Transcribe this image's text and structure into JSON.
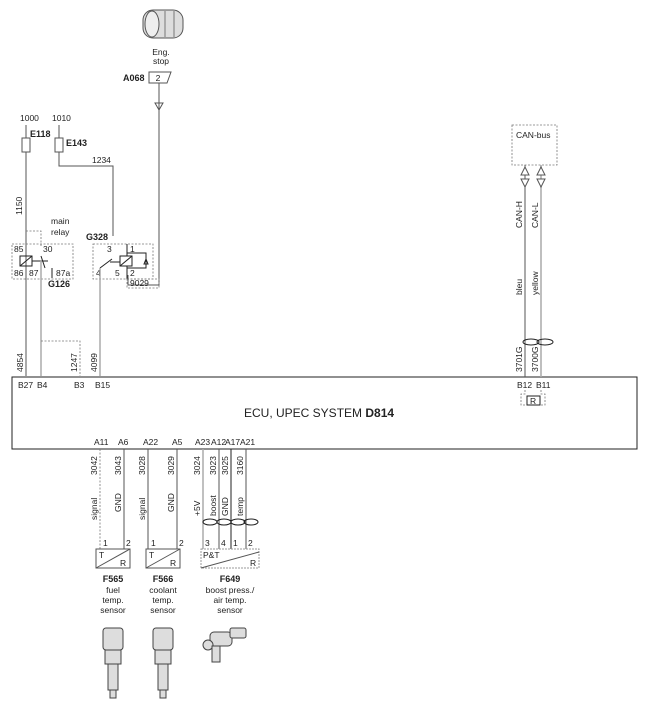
{
  "top": {
    "eng_stop_label1": "Eng.",
    "eng_stop_label2": "stop",
    "connector_id": "A068",
    "connector_pin": "2"
  },
  "fuses": {
    "w1000": "1000",
    "w1010": "1010",
    "e118": "E118",
    "e143": "E143",
    "w1234": "1234",
    "w1150": "1150"
  },
  "main_relay": {
    "label1": "main",
    "label2": "relay",
    "id": "G126",
    "p85": "85",
    "p30": "30",
    "p86": "86",
    "p87": "87",
    "p87a": "87a"
  },
  "g328": {
    "id": "G328",
    "p1": "1",
    "p2": "2",
    "p3": "3",
    "p4": "4",
    "p5": "5",
    "w9029": "9029"
  },
  "ecu_wires_top": {
    "w4854": "4854",
    "w1247": "1247",
    "w4099": "4099"
  },
  "ecu": {
    "title": "ECU, UPEC SYSTEM ",
    "id": "D814",
    "pins_top": [
      "B27",
      "B4",
      "B3",
      "B15"
    ],
    "pins_can": [
      "B12",
      "B11"
    ],
    "resistor": "R",
    "pins_bottom": [
      "A11",
      "A6",
      "A22",
      "A5",
      "A23",
      "A12",
      "A17",
      "A21"
    ]
  },
  "can": {
    "box": "CAN-bus",
    "h": "CAN-H",
    "l": "CAN-L",
    "h_color": "bleu",
    "l_color": "yellow",
    "h_wire": "3701G",
    "l_wire": "3700G"
  },
  "bottom_wires": [
    {
      "num": "3042",
      "fn": "signal"
    },
    {
      "num": "3043",
      "fn": "GND"
    },
    {
      "num": "3028",
      "fn": "signal"
    },
    {
      "num": "3029",
      "fn": "GND"
    },
    {
      "num": "3024",
      "fn": "+5V"
    },
    {
      "num": "3023",
      "fn": "boost"
    },
    {
      "num": "3025",
      "fn": "GND"
    },
    {
      "num": "3160",
      "fn": "temp"
    }
  ],
  "sensors": [
    {
      "id": "F565",
      "l1": "fuel",
      "l2": "temp.",
      "l3": "sensor",
      "tl": "T",
      "br": "R",
      "pins": [
        "1",
        "2"
      ]
    },
    {
      "id": "F566",
      "l1": "coolant",
      "l2": "temp.",
      "l3": "sensor",
      "tl": "T",
      "br": "R",
      "pins": [
        "1",
        "2"
      ]
    },
    {
      "id": "F649",
      "l1": "boost press./",
      "l2": "air temp.",
      "l3": "sensor",
      "tl": "P&T",
      "br": "R",
      "pins": [
        "3",
        "4",
        "1",
        "2"
      ]
    }
  ]
}
